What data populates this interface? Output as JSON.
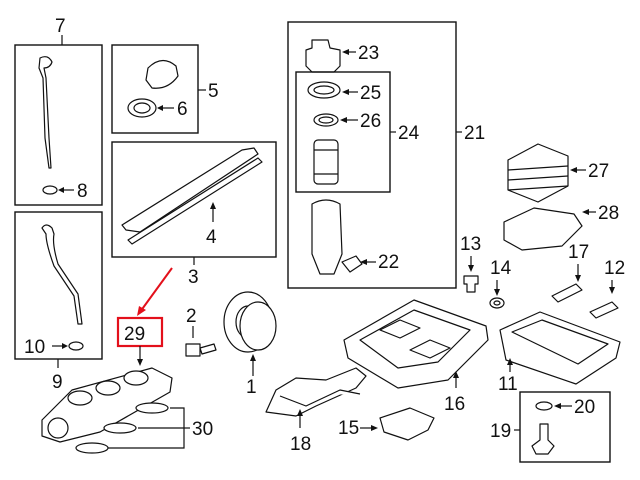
{
  "diagram": {
    "callouts": {
      "c1": "1",
      "c2": "2",
      "c3": "3",
      "c4": "4",
      "c5": "5",
      "c6": "6",
      "c7": "7",
      "c8": "8",
      "c9": "9",
      "c10": "10",
      "c11": "11",
      "c12": "12",
      "c13": "13",
      "c14": "14",
      "c16": "16",
      "c17": "17",
      "c18": "18",
      "c19": "19",
      "c20": "20",
      "c21": "21",
      "c22": "22",
      "c23": "23",
      "c24": "24",
      "c25": "25",
      "c26": "26",
      "c27": "27",
      "c28": "28",
      "c29": "29",
      "c30": "30",
      "c15": "15"
    },
    "highlight_color": "#e3101b",
    "highlighted_part": "29"
  }
}
